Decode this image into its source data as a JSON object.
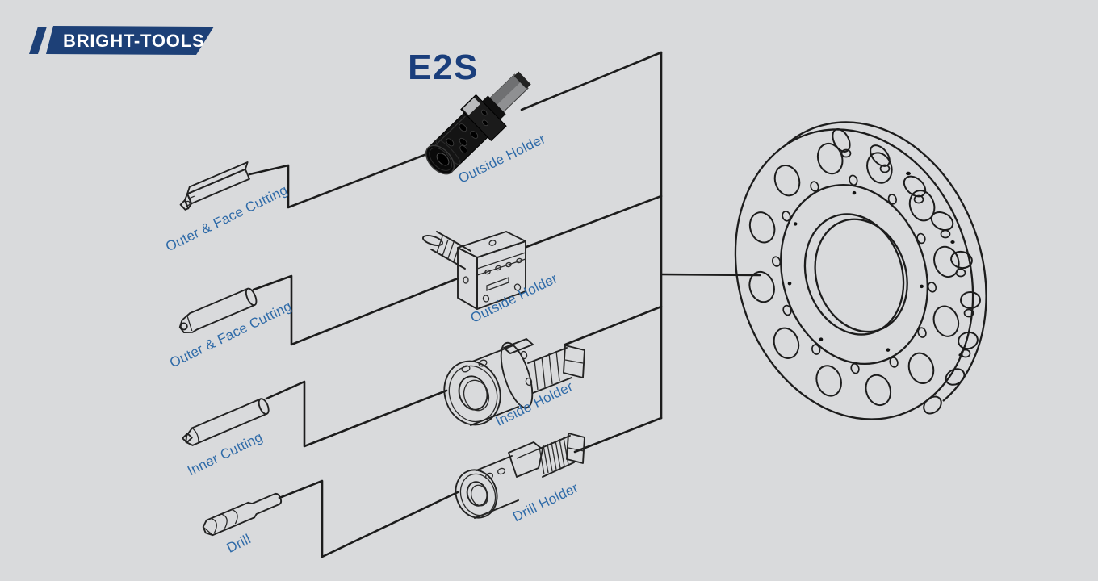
{
  "colors": {
    "background": "#d9dadc",
    "line": "#1c1c1c",
    "label": "#2e6aa8",
    "title": "#1a3e7c",
    "logo_bg": "#1d4077",
    "logo_text": "#ffffff"
  },
  "logo": {
    "text": "BRIGHT-TOOLS"
  },
  "title": {
    "text": "E2S"
  },
  "diagram": {
    "rows": [
      {
        "tool": "Outer & Face Cutting",
        "holder": "Outside Holder"
      },
      {
        "tool": "Outer & Face Cutting",
        "holder": "Outside Holder"
      },
      {
        "tool": "Inner Cutting",
        "holder": "Inside Holder"
      },
      {
        "tool": "Drill",
        "holder": "Drill Holder"
      }
    ]
  }
}
